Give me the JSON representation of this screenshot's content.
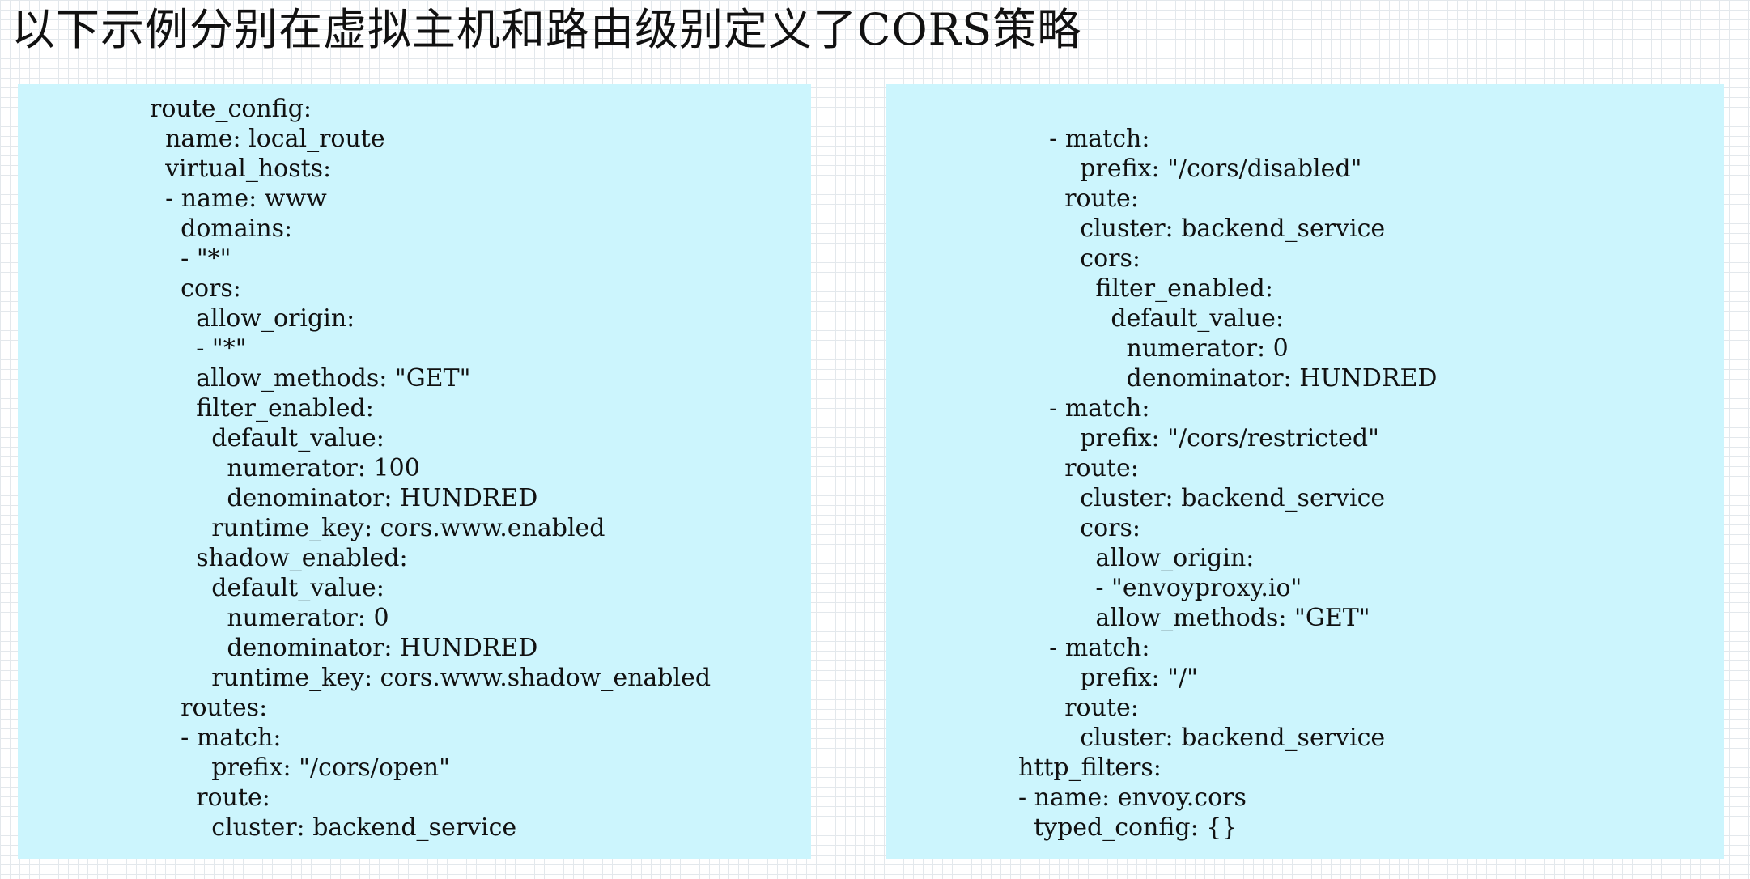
{
  "title": "以下示例分别在虚拟主机和路由级别定义了CORS策略",
  "left_panel": {
    "lines": [
      "route_config:",
      "  name: local_route",
      "  virtual_hosts:",
      "  - name: www",
      "    domains:",
      "    - \"*\"",
      "    cors:",
      "      allow_origin:",
      "      - \"*\"",
      "      allow_methods: \"GET\"",
      "      filter_enabled:",
      "        default_value:",
      "          numerator: 100",
      "          denominator: HUNDRED",
      "        runtime_key: cors.www.enabled",
      "      shadow_enabled:",
      "        default_value:",
      "          numerator: 0",
      "          denominator: HUNDRED",
      "        runtime_key: cors.www.shadow_enabled",
      "    routes:",
      "    - match:",
      "        prefix: \"/cors/open\"",
      "      route:",
      "        cluster: backend_service"
    ]
  },
  "right_panel": {
    "lines": [
      "    - match:",
      "        prefix: \"/cors/disabled\"",
      "      route:",
      "        cluster: backend_service",
      "        cors:",
      "          filter_enabled:",
      "            default_value:",
      "              numerator: 0",
      "              denominator: HUNDRED",
      "    - match:",
      "        prefix: \"/cors/restricted\"",
      "      route:",
      "        cluster: backend_service",
      "        cors:",
      "          allow_origin:",
      "          - \"envoyproxy.io\"",
      "          allow_methods: \"GET\"",
      "    - match:",
      "        prefix: \"/\"",
      "      route:",
      "        cluster: backend_service",
      "http_filters:",
      "- name: envoy.cors",
      "  typed_config: {}"
    ]
  }
}
